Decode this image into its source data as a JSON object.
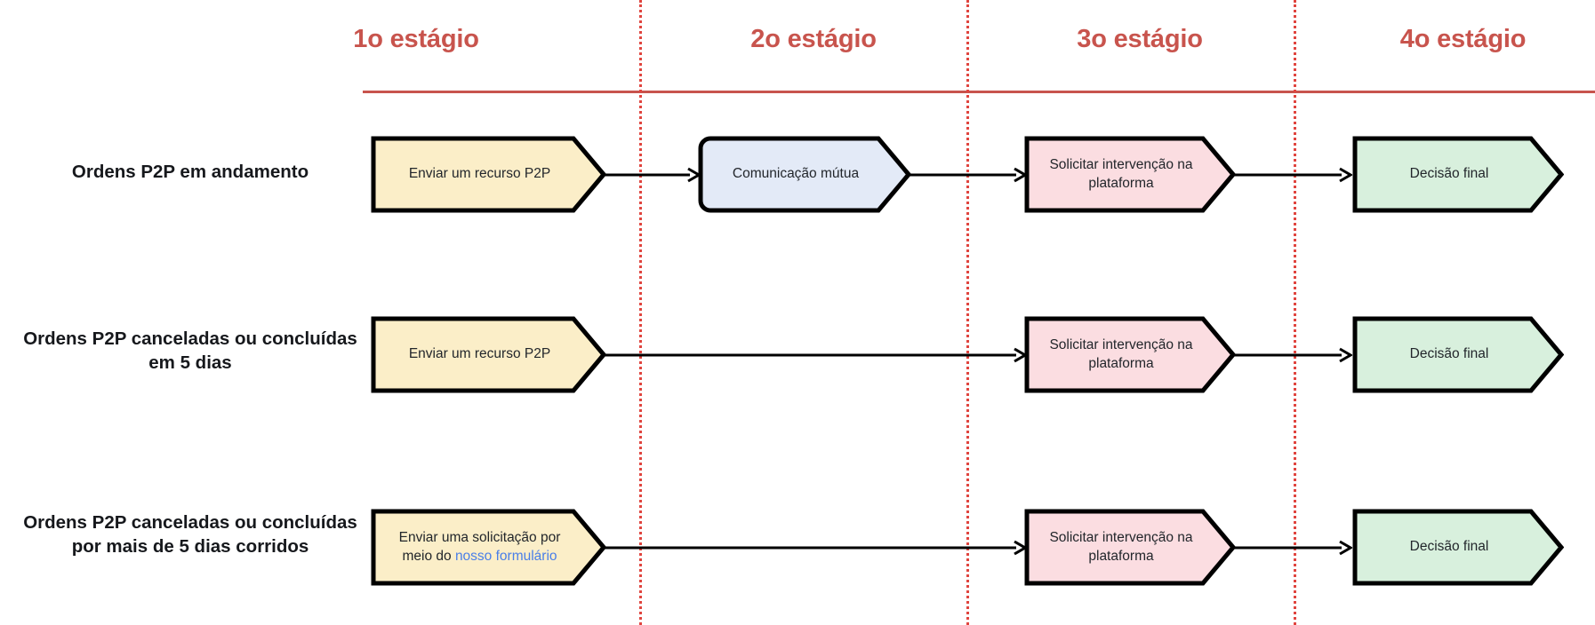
{
  "diagram": {
    "title_color": "#c8544d",
    "link_color": "#4a7fe8",
    "stages": [
      {
        "label": "1o estágio"
      },
      {
        "label": "2o estágio"
      },
      {
        "label": "3o estágio"
      },
      {
        "label": "4o estágio"
      }
    ],
    "rows": [
      {
        "label": "Ordens P2P em andamento",
        "steps": [
          {
            "text": "Enviar um recurso P2P",
            "fill": "#fbeec8",
            "stage": 1
          },
          {
            "text": "Comunicação mútua",
            "fill": "#e3eaf7",
            "stage": 2
          },
          {
            "text": "Solicitar intervenção na plataforma",
            "fill": "#fbdde1",
            "stage": 3
          },
          {
            "text": "Decisão final",
            "fill": "#d8f0dd",
            "stage": 4
          }
        ]
      },
      {
        "label": "Ordens P2P canceladas ou concluídas em 5 dias",
        "label_line1": "Ordens P2P canceladas ou concluídas",
        "label_line2": "em 5 dias",
        "steps": [
          {
            "text": "Enviar um recurso P2P",
            "fill": "#fbeec8",
            "stage": 1
          },
          {
            "text": "Solicitar intervenção na plataforma",
            "fill": "#fbdde1",
            "stage": 3
          },
          {
            "text": "Decisão final",
            "fill": "#d8f0dd",
            "stage": 4
          }
        ]
      },
      {
        "label": "Ordens P2P canceladas ou concluídas por mais de 5 dias corridos",
        "label_line1": "Ordens P2P canceladas ou concluídas",
        "label_line2": "por mais de 5 dias corridos",
        "steps": [
          {
            "text_prefix": "Enviar uma solicitação por meio do ",
            "link_text": "nosso formulário",
            "fill": "#fbeec8",
            "stage": 1
          },
          {
            "text": "Solicitar intervenção na plataforma",
            "fill": "#fbdde1",
            "stage": 3
          },
          {
            "text": "Decisão final",
            "fill": "#d8f0dd",
            "stage": 4
          }
        ]
      }
    ]
  }
}
